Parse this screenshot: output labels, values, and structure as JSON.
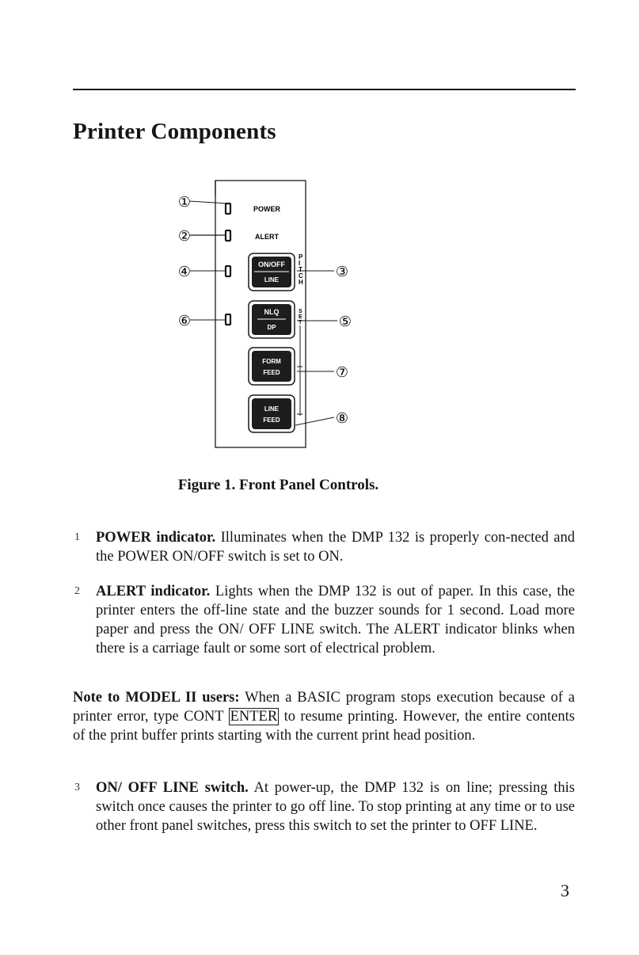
{
  "page_title": "Printer Components",
  "figure": {
    "caption": "Figure 1. Front Panel Controls.",
    "labels": {
      "power": "POWER",
      "alert": "ALERT",
      "on_off": "ON/OFF",
      "line": "LINE",
      "nlq": "NLQ",
      "dp": "DP",
      "form": "FORM",
      "feed": "FEED",
      "line2": "LINE",
      "feed2": "FEED",
      "pitch_letters": [
        "P",
        "I",
        "T",
        "C",
        "H"
      ],
      "set_letters": [
        "S",
        "E",
        "T"
      ]
    },
    "callouts": [
      "①",
      "②",
      "③",
      "④",
      "⑤",
      "⑥",
      "⑦",
      "⑧"
    ]
  },
  "items": [
    {
      "number": "1",
      "heading": "POWER indicator.",
      "text": "Illuminates when the DMP 132 is properly con-nected and the POWER ON/OFF switch is set to ON."
    },
    {
      "number": "2",
      "heading": "ALERT indicator.",
      "text": "Lights when the DMP 132 is out of paper. In this case, the printer enters the off-line state and the buzzer sounds for 1 second. Load more paper and press the ON/ OFF LINE switch. The ALERT indicator blinks when there is a carriage fault or some sort of electrical problem."
    },
    {
      "number": "3",
      "heading": "ON/ OFF LINE switch.",
      "text": "At power-up, the DMP 132 is on line; pressing this switch once causes the printer to go off line. To stop printing at any time or to use other front panel switches, press this switch to set the printer to OFF LINE."
    }
  ],
  "note": {
    "heading": "Note to MODEL II users:",
    "text_before": "When a BASIC program stops execution because of a printer error, type CONT",
    "key": "ENTER",
    "text_after": "to resume printing. However, the entire contents of the print buffer prints starting with the current print head position."
  },
  "page_number": "3"
}
